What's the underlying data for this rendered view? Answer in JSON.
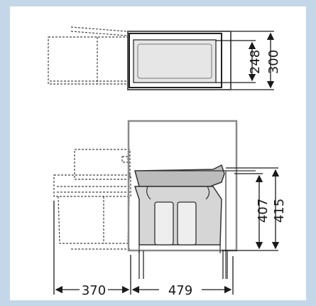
{
  "colors": {
    "background": "#c4d7e8",
    "panel": "#ffffff",
    "line": "#1a1a1a",
    "cabinet": "#8a8a8a",
    "bin_fill": "#d6d6d6",
    "lid_fill": "#bcbcbc"
  },
  "dimensions": {
    "top_view_depth_inner": "248",
    "top_view_depth_outer": "300",
    "side_height_inner": "407",
    "side_height_outer": "415",
    "extension_length": "370",
    "cabinet_depth": "479"
  }
}
